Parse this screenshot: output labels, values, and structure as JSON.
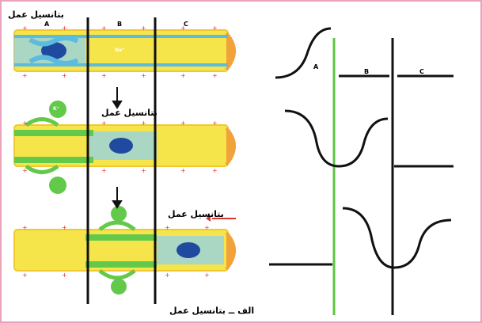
{
  "labels": {
    "top_left_title": "بتانسیل عمل",
    "mid_title": "بتانسیل عمل",
    "right_side": "بتانسیل عمل",
    "caption": "الف ــ بتانسیل عمل",
    "seg_a": "A",
    "seg_b": "B",
    "seg_c": "C",
    "graph_a": "A",
    "graph_b": "B",
    "graph_c": "C",
    "ion_na": "Na⁺",
    "ion_k": "K⁺"
  },
  "colors": {
    "axon_fill": "#f6e54a",
    "axon_edge": "#f0c830",
    "terminal": "#f2a23a",
    "active_fill": "#8fd1ec",
    "channel_green": "#63c94a",
    "divider_green": "#5cc642",
    "line_black": "#111111",
    "plus_red": "#e23a2a",
    "arrow_red": "#e0332e",
    "frame_pink": "#e9a3bd"
  }
}
